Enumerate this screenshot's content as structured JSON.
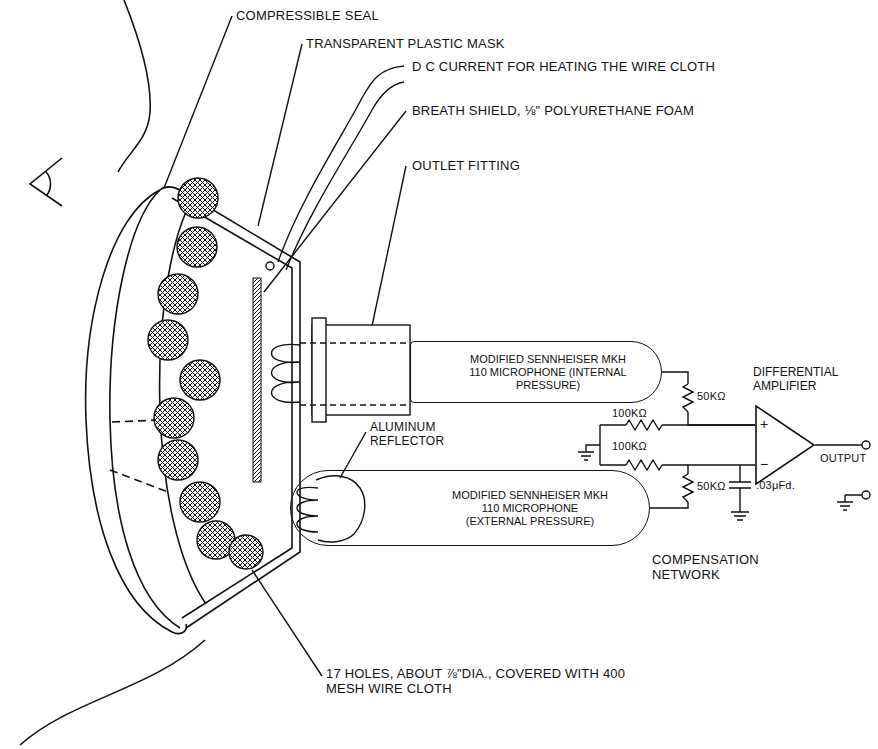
{
  "diagram": {
    "nodes": [
      {
        "text": [
          "MODIFIED SENNHEISER MKH 110 MICROPHONE (INTERNAL PRESSURE)"
        ]
      },
      {
        "text": [
          "MODIFIED SENNHEISER MKH 110 MICROPHONE (EXTERNAL PRESSURE)"
        ]
      },
      {
        "text": [
          "DIFFERENTIAL AMPLIFIER",
          "+",
          "−"
        ]
      }
    ],
    "edges": [
      {
        "from": 0,
        "to": 2,
        "arrow": "none"
      },
      {
        "from": 1,
        "to": 2,
        "arrow": "none"
      }
    ],
    "labels": [
      "COMPRESSIBLE SEAL",
      "TRANSPARENT PLASTIC MASK",
      "D C CURRENT FOR HEATING THE WIRE CLOTH",
      "BREATH SHIELD, ⅛\" POLYURETHANE FOAM",
      "OUTLET FITTING",
      "ALUMINUM REFLECTOR",
      "100KΩ",
      "50KΩ",
      "100KΩ",
      "50KΩ",
      ".03μFd.",
      "OUTPUT",
      "COMPENSATION NETWORK",
      "17 HOLES, ABOUT ⅞\"DIA., COVERED WITH 400 MESH WIRE CLOTH"
    ]
  }
}
